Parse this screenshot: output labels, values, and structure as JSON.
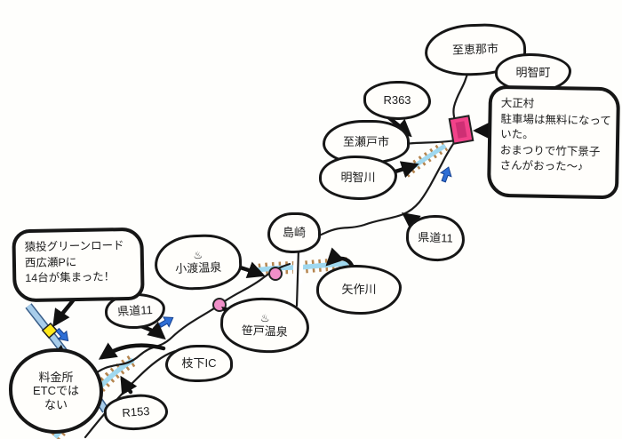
{
  "bubbles": {
    "to_ena": "至恵那市",
    "akechi_town": "明智町",
    "r363": "R363",
    "to_seto": "至瀬戸市",
    "akechi_river": "明智川",
    "kendo11_east": "県道11",
    "shimazaki": "島崎",
    "yahagi_river": "矢作川",
    "odo_onsen": "小渡温泉",
    "sasado_onsen": "笹戸温泉",
    "kendo11_west": "県道11",
    "shidare_ic": "枝下IC",
    "r153": "R153"
  },
  "notes": {
    "taisho": {
      "lines": [
        "大正村",
        "駐車場は無料になって",
        "いた。",
        "おまつりで竹下景子",
        "さんがおった〜♪"
      ]
    },
    "sanage": {
      "lines": [
        "猿投グリーンロード",
        "西広瀬Pに",
        "14台が集まった！"
      ]
    },
    "tollgate": {
      "lines": [
        "料金所",
        "ETCでは",
        "ない"
      ]
    }
  },
  "icons": {
    "hot_spring": "♨"
  },
  "colors": {
    "road": "#1b1b1b",
    "river_water": "#9fd8ef",
    "river_bank": "#b5854f",
    "highway_fill": "#a8cdea",
    "highway_edge": "#3a5f8a",
    "gate_yellow": "#ffe819",
    "spot_pink": "#f08fc8",
    "taisho_marker_pink": "#f2428a",
    "direction_arrow_blue": "#2f6fd6"
  }
}
